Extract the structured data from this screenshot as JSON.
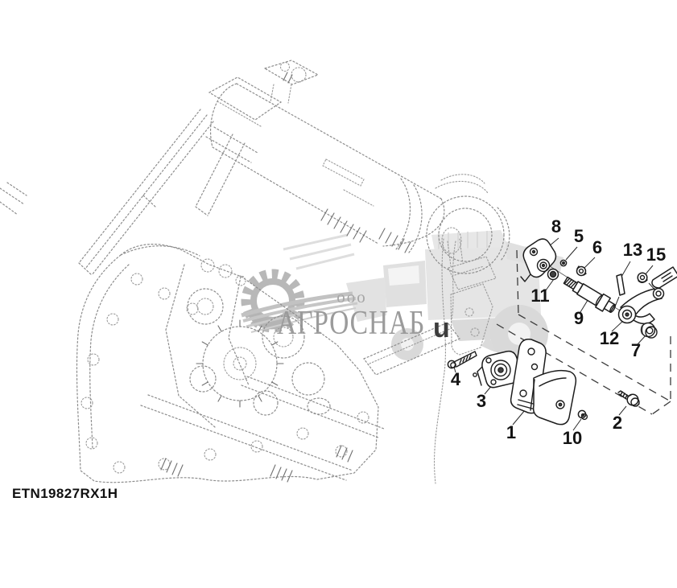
{
  "watermark": {
    "prefix": "ооо",
    "company": "АГРОСНАБ",
    "gray": "#9b9b9b",
    "light_gray": "#e5e5e5"
  },
  "diagram": {
    "drawing_code": "ETN19827RX1H",
    "overlay_char": "u",
    "callouts": [
      {
        "label": "8"
      },
      {
        "label": "5"
      },
      {
        "label": "6"
      },
      {
        "label": "13"
      },
      {
        "label": "15"
      },
      {
        "label": "11"
      },
      {
        "label": "9"
      },
      {
        "label": "12"
      },
      {
        "label": "7"
      },
      {
        "label": "4"
      },
      {
        "label": "3"
      },
      {
        "label": "1"
      },
      {
        "label": "10"
      },
      {
        "label": "2"
      }
    ]
  },
  "colors": {
    "label_text": "#141414",
    "drawing_line": "#8d8d8d",
    "boundary_dash": "#3c3c3c",
    "part_stroke": "#1d1d1d"
  }
}
